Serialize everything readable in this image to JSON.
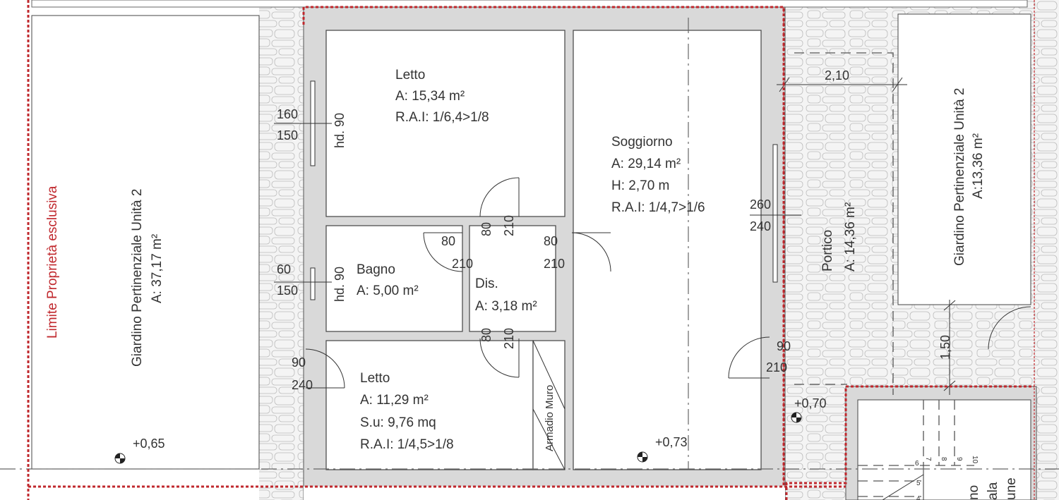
{
  "rooms": {
    "letto_top": {
      "name": "Letto",
      "area": "A: 15,34 m²",
      "rai": "R.A.I: 1/6,4>1/8"
    },
    "soggiorno": {
      "name": "Soggiorno",
      "area": "A: 29,14 m²",
      "height": "H:   2,70 m",
      "rai": "R.A.I: 1/4,7>1/6"
    },
    "bagno": {
      "name": "Bagno",
      "area": "A: 5,00 m²"
    },
    "dis": {
      "name": "Dis.",
      "area": "A: 3,18 m²"
    },
    "letto_bottom": {
      "name": "Letto",
      "area": "A:   11,29 m²",
      "su": "S.u: 9,76 mq",
      "rai": "R.A.I: 1/4,5>1/8"
    },
    "armadio": {
      "name": "Armadio Muro"
    },
    "portico": {
      "name": "Portico",
      "area": "A: 14,36 m²"
    },
    "giardino_left": {
      "name": "Giardino Pertinenziale Unità 2",
      "area": "A: 37,17 m²"
    },
    "giardino_right": {
      "name": "Giardino Pertinenziale Unità 2",
      "area": "A:13,36 m²"
    },
    "scala_partial": [
      "no",
      "ala",
      "une"
    ]
  },
  "boundary_label": "Limite Proprietà esclusiva",
  "dimensions": {
    "win_letto_w": "160",
    "win_letto_h": "150",
    "win_letto_hd": "hd. 90",
    "win_bagno_w": "60",
    "win_bagno_h": "150",
    "win_bagno_hd": "hd. 90",
    "door_letto_top_w": "80",
    "door_letto_top_h": "210",
    "door_bagno_w": "80",
    "door_bagno_h": "210",
    "door_sogg_w": "80",
    "door_sogg_h": "210",
    "door_letto_bot_w": "80",
    "door_letto_bot_h": "210",
    "door_ext_left_w": "90",
    "door_ext_left_h": "240",
    "win_sogg_w": "260",
    "win_sogg_h": "240",
    "door_ext_right_w": "90",
    "door_ext_right_h": "210",
    "portico_w": "2,10",
    "portico_d": "1,50"
  },
  "levels": {
    "garden_left": "+0,65",
    "soggiorno": "+0,73",
    "portico": "+0,70"
  },
  "stairs": [
    "4",
    "5",
    "6",
    "7",
    "8",
    "9",
    "10"
  ],
  "colors": {
    "boundary": "#c0282d",
    "wall": "#d9d9d9",
    "stone": "#f2f2f2"
  }
}
